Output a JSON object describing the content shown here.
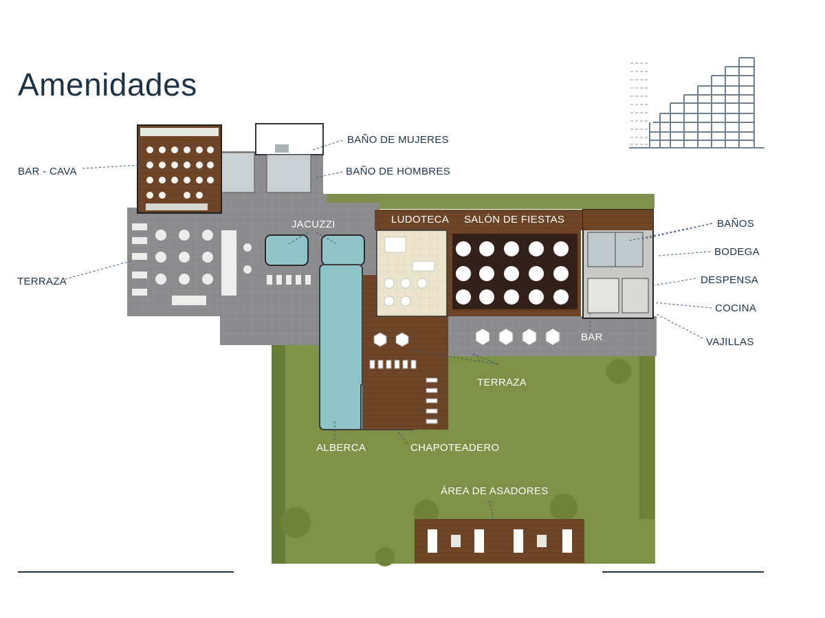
{
  "title": "Amenidades",
  "labels": {
    "bar_cava": "BAR - CAVA",
    "bano_mujeres": "BAÑO DE MUJERES",
    "bano_hombres": "BAÑO DE HOMBRES",
    "terraza_left": "TERRAZA",
    "jacuzzi": "JACUZZI",
    "ludoteca": "LUDOTECA",
    "salon": "SALÓN DE FIESTAS",
    "banos": "BAÑOS",
    "bodega": "BODEGA",
    "despensa": "DESPENSA",
    "cocina": "COCINA",
    "vajillas": "VAJILLAS",
    "bar": "BAR",
    "terraza_center": "TERRAZA",
    "alberca": "ALBERCA",
    "chapoteadero": "CHAPOTEADERO",
    "asadores": "ÁREA DE ASADORES"
  },
  "colors": {
    "title": "#1c3347",
    "lawn": "#7f9448",
    "wood": "#6e4526",
    "paving": "#8a8a8c",
    "water": "#8ec3c8",
    "ludoteca_floor": "#e9e3cc"
  }
}
